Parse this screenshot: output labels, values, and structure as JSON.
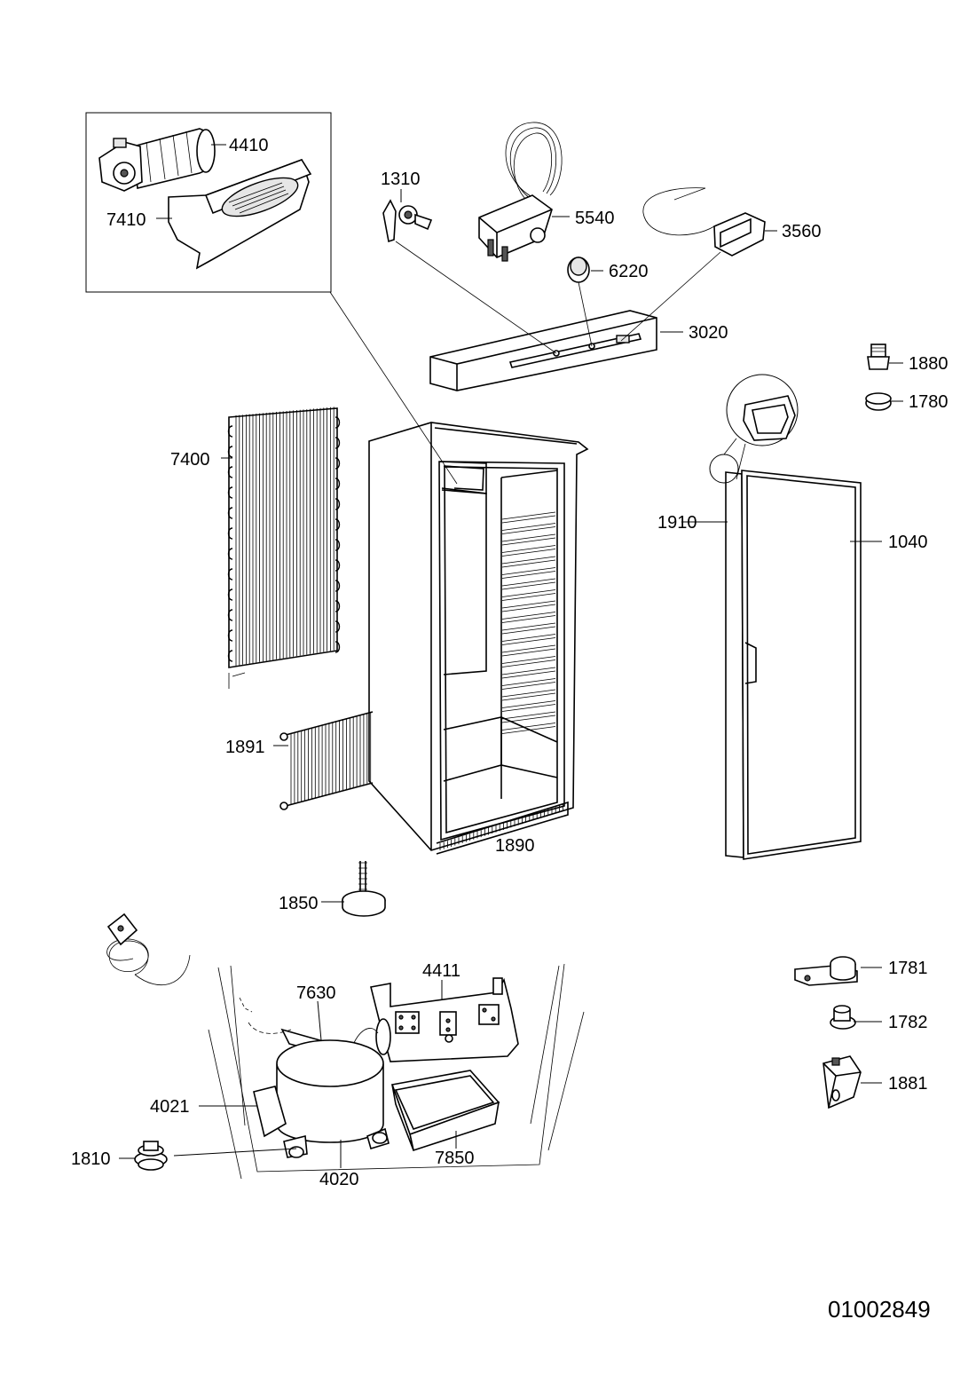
{
  "document_number": "01002849",
  "parts": [
    {
      "id": "p4410",
      "label": "4410"
    },
    {
      "id": "p7410",
      "label": "7410"
    },
    {
      "id": "p1310",
      "label": "1310"
    },
    {
      "id": "p5540",
      "label": "5540"
    },
    {
      "id": "p3560",
      "label": "3560"
    },
    {
      "id": "p6220",
      "label": "6220"
    },
    {
      "id": "p3020",
      "label": "3020"
    },
    {
      "id": "p1880",
      "label": "1880"
    },
    {
      "id": "p1780",
      "label": "1780"
    },
    {
      "id": "p7400",
      "label": "7400"
    },
    {
      "id": "p1910",
      "label": "1910"
    },
    {
      "id": "p1040",
      "label": "1040"
    },
    {
      "id": "p1891",
      "label": "1891"
    },
    {
      "id": "p1890",
      "label": "1890"
    },
    {
      "id": "p1850",
      "label": "1850"
    },
    {
      "id": "p4411",
      "label": "4411"
    },
    {
      "id": "p7630",
      "label": "7630"
    },
    {
      "id": "p1781",
      "label": "1781"
    },
    {
      "id": "p1782",
      "label": "1782"
    },
    {
      "id": "p1881",
      "label": "1881"
    },
    {
      "id": "p4021",
      "label": "4021"
    },
    {
      "id": "p1810",
      "label": "1810"
    },
    {
      "id": "p4020",
      "label": "4020"
    },
    {
      "id": "p7850",
      "label": "7850"
    }
  ]
}
